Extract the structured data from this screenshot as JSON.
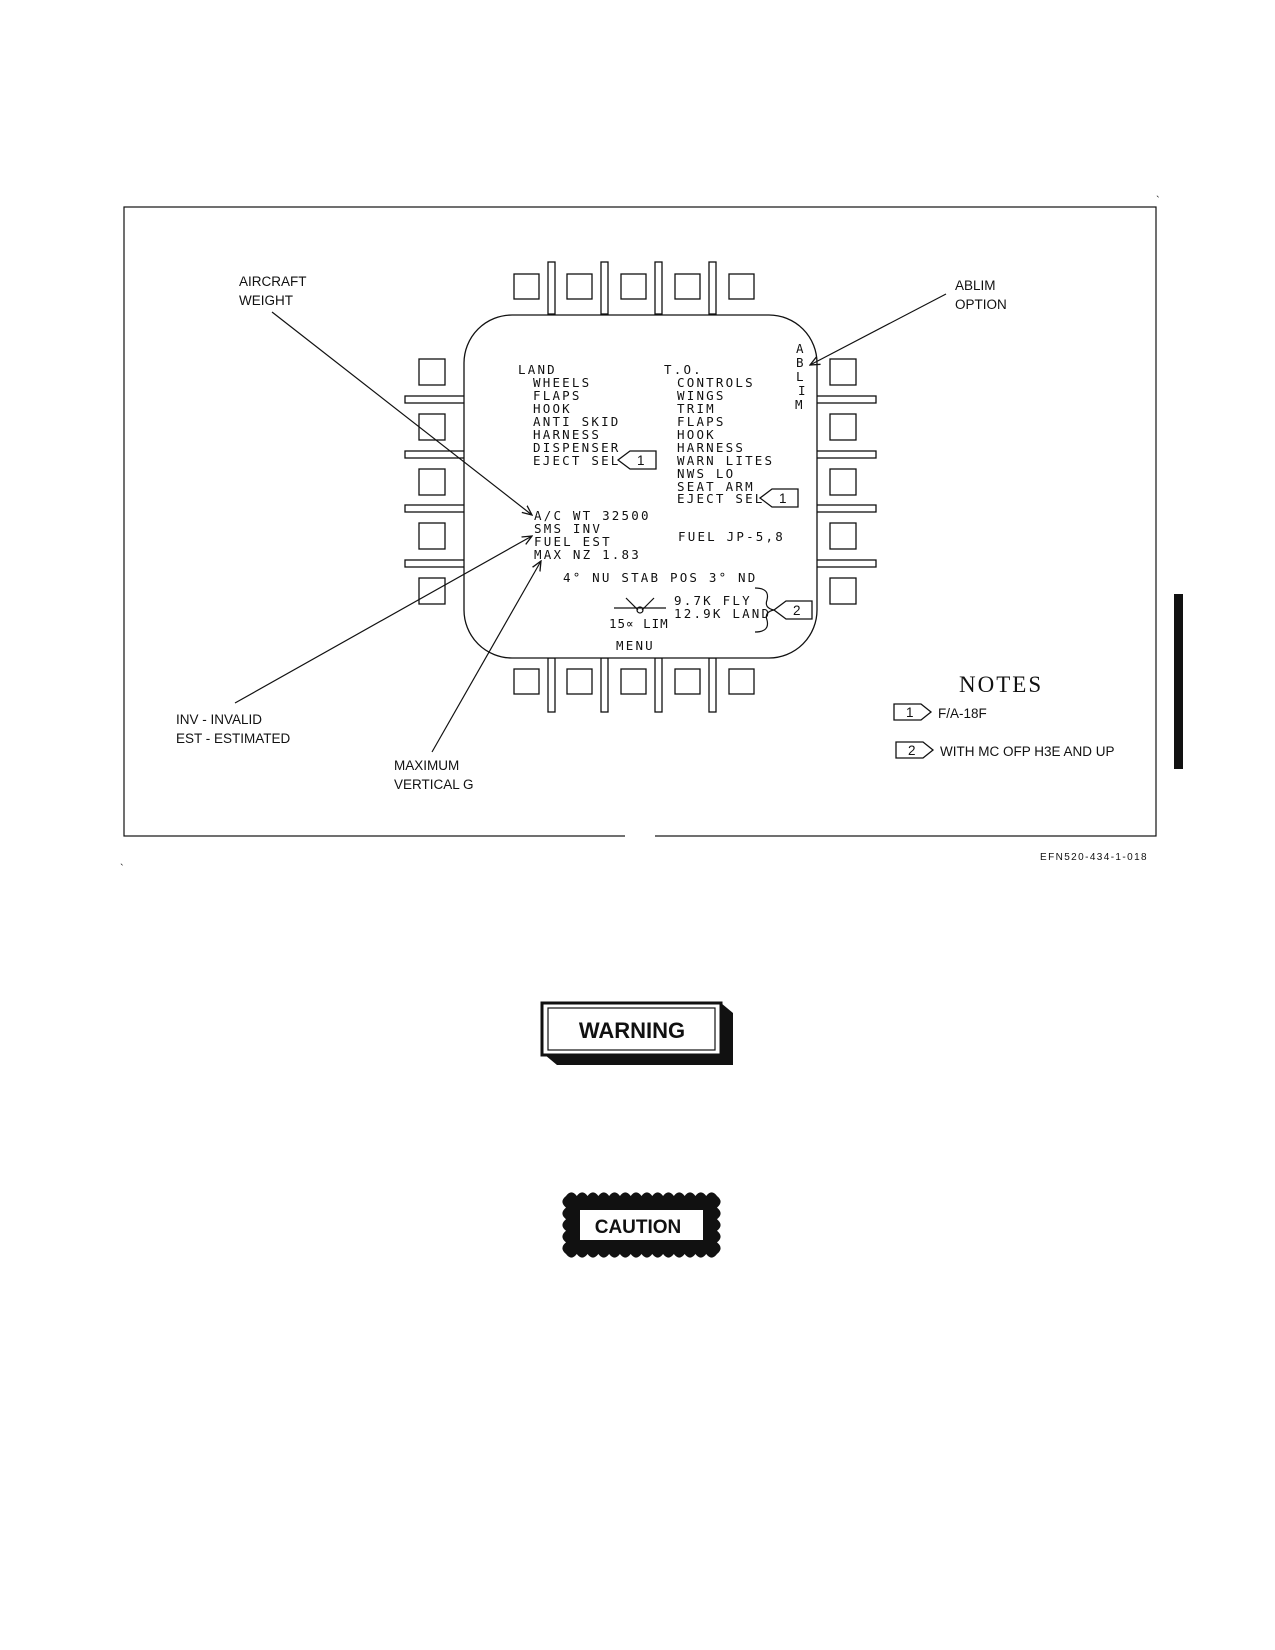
{
  "callouts": {
    "aircraft_weight": [
      "AIRCRAFT",
      "WEIGHT"
    ],
    "ablim_option": [
      "ABLIM",
      "OPTION"
    ],
    "inv_est": [
      "INV - INVALID",
      "EST - ESTIMATED"
    ],
    "max_vertical_g": [
      "MAXIMUM",
      "VERTICAL G"
    ]
  },
  "display": {
    "land_title": "LAND",
    "land_items": [
      "WHEELS",
      "FLAPS",
      "HOOK",
      "ANTI SKID",
      "HARNESS",
      "DISPENSER",
      "EJECT SEL"
    ],
    "to_title": "T.O.",
    "to_items": [
      "CONTROLS",
      "WINGS",
      "TRIM",
      "FLAPS",
      "HOOK",
      "HARNESS",
      "WARN LITES",
      "NWS LO",
      "SEAT ARM",
      "EJECT SEL"
    ],
    "ablim_letters": [
      "A",
      "B",
      "L",
      "I",
      "M"
    ],
    "status_lines": [
      "A/C WT 32500",
      "SMS INV",
      "FUEL EST",
      "MAX NZ 1.83"
    ],
    "fuel": "FUEL JP-5,8",
    "stab": "4° NU  STAB POS 3° ND",
    "fly": "9.7K FLY",
    "land_weight": "12.9K LAND",
    "aoa_lim": "15∝ LIM",
    "menu": "MENU",
    "note_marker_1": "1",
    "note_marker_2": "2"
  },
  "notes": {
    "title": "NOTES",
    "items": [
      {
        "marker": "1",
        "text": "F/A-18F"
      },
      {
        "marker": "2",
        "text": "WITH MC OFP H3E AND UP"
      }
    ]
  },
  "figure_id": "EFN520-434-1-018",
  "warning_label": "WARNING",
  "caution_label": "CAUTION"
}
